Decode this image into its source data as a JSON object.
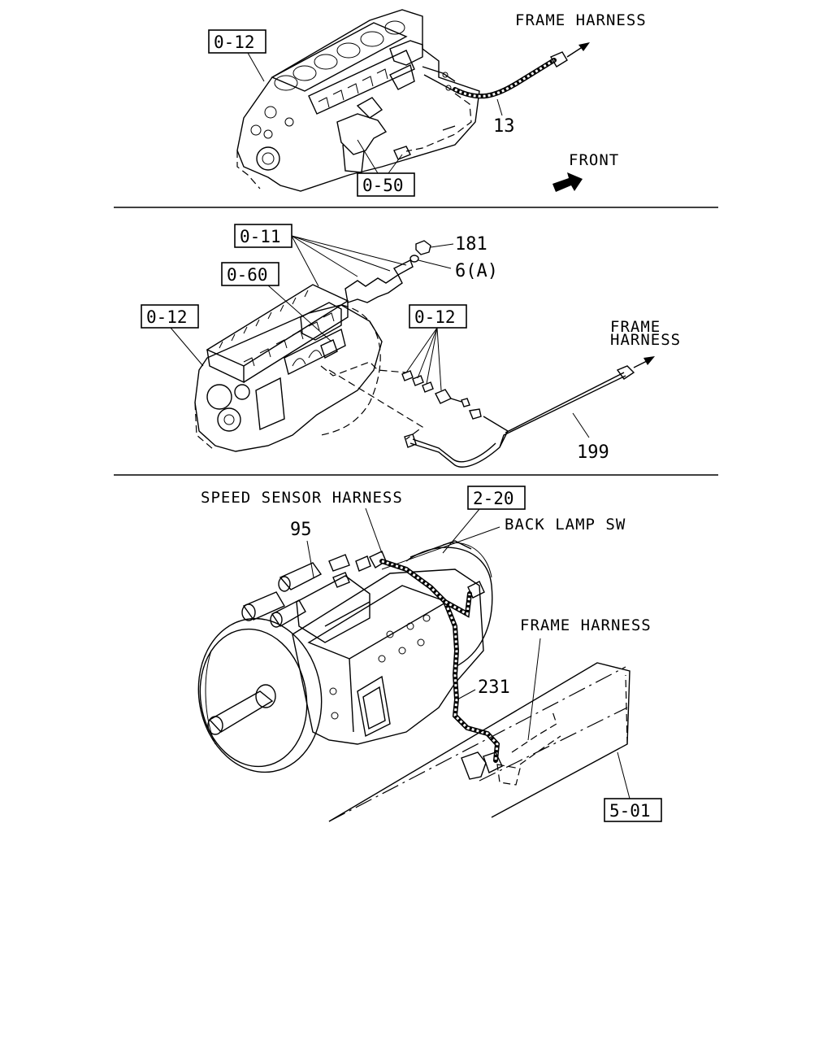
{
  "sections": {
    "top": {
      "refs": {
        "block": "0-12",
        "mount": "0-50"
      },
      "labels": {
        "frame_harness": "FRAME HARNESS",
        "front": "FRONT"
      },
      "parts": {
        "harness": "13"
      }
    },
    "middle": {
      "refs": {
        "cover": "0-11",
        "pump": "0-60",
        "block": "0-12",
        "sensors": "0-12"
      },
      "labels": {
        "frame_harness_line1": "FRAME",
        "frame_harness_line2": "HARNESS"
      },
      "parts": {
        "nut": "181",
        "washer": "6(A)",
        "harness": "199"
      }
    },
    "bottom": {
      "refs": {
        "transmission": "2-20",
        "frame": "5-01"
      },
      "labels": {
        "speed_sensor": "SPEED SENSOR HARNESS",
        "back_lamp": "BACK LAMP SW",
        "frame_harness": "FRAME HARNESS"
      },
      "parts": {
        "switch": "95",
        "harness": "231"
      }
    }
  }
}
